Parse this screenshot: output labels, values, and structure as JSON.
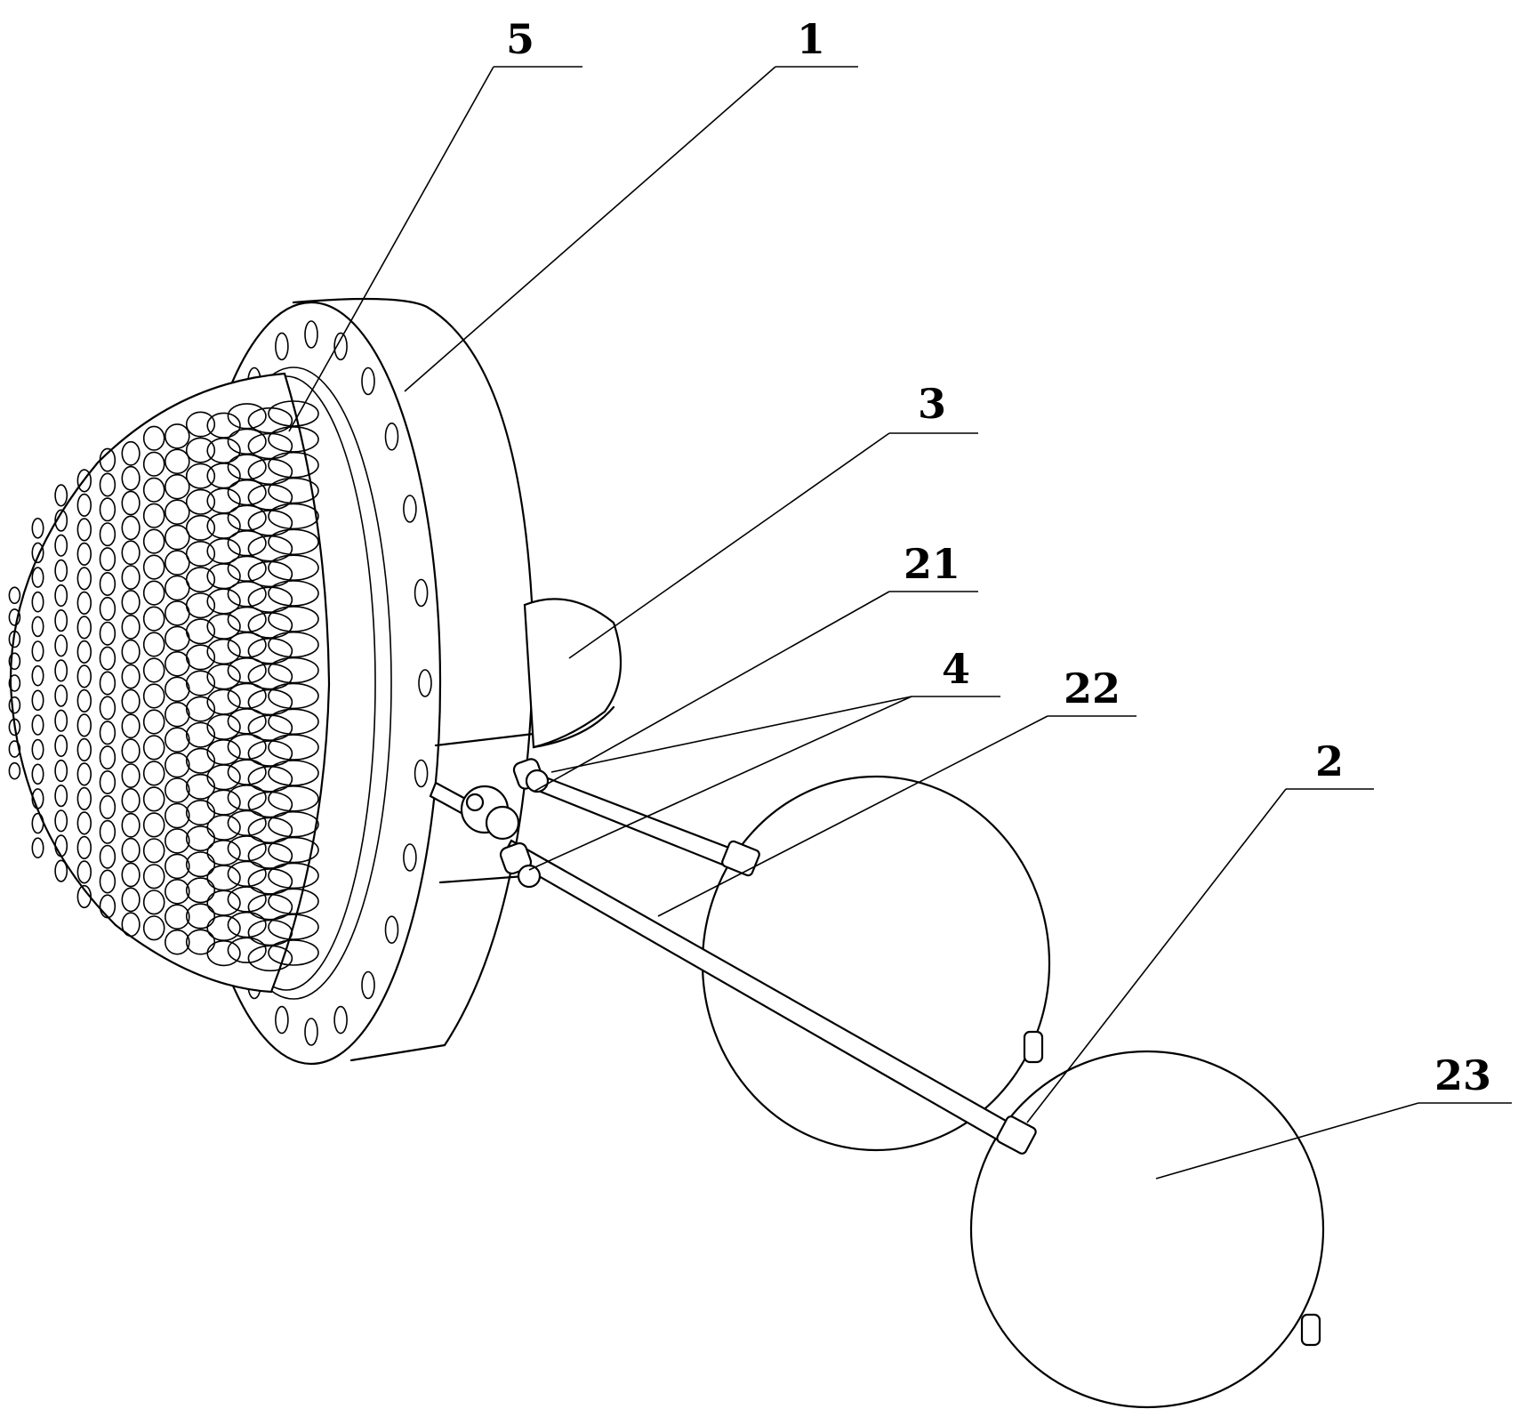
{
  "labels": [
    {
      "id": "label-5",
      "text": "5"
    },
    {
      "id": "label-1",
      "text": "1"
    },
    {
      "id": "label-3",
      "text": "3"
    },
    {
      "id": "label-21",
      "text": "21"
    },
    {
      "id": "label-4",
      "text": "4"
    },
    {
      "id": "label-22",
      "text": "22"
    },
    {
      "id": "label-2",
      "text": "2"
    },
    {
      "id": "label-23",
      "text": "23"
    }
  ]
}
